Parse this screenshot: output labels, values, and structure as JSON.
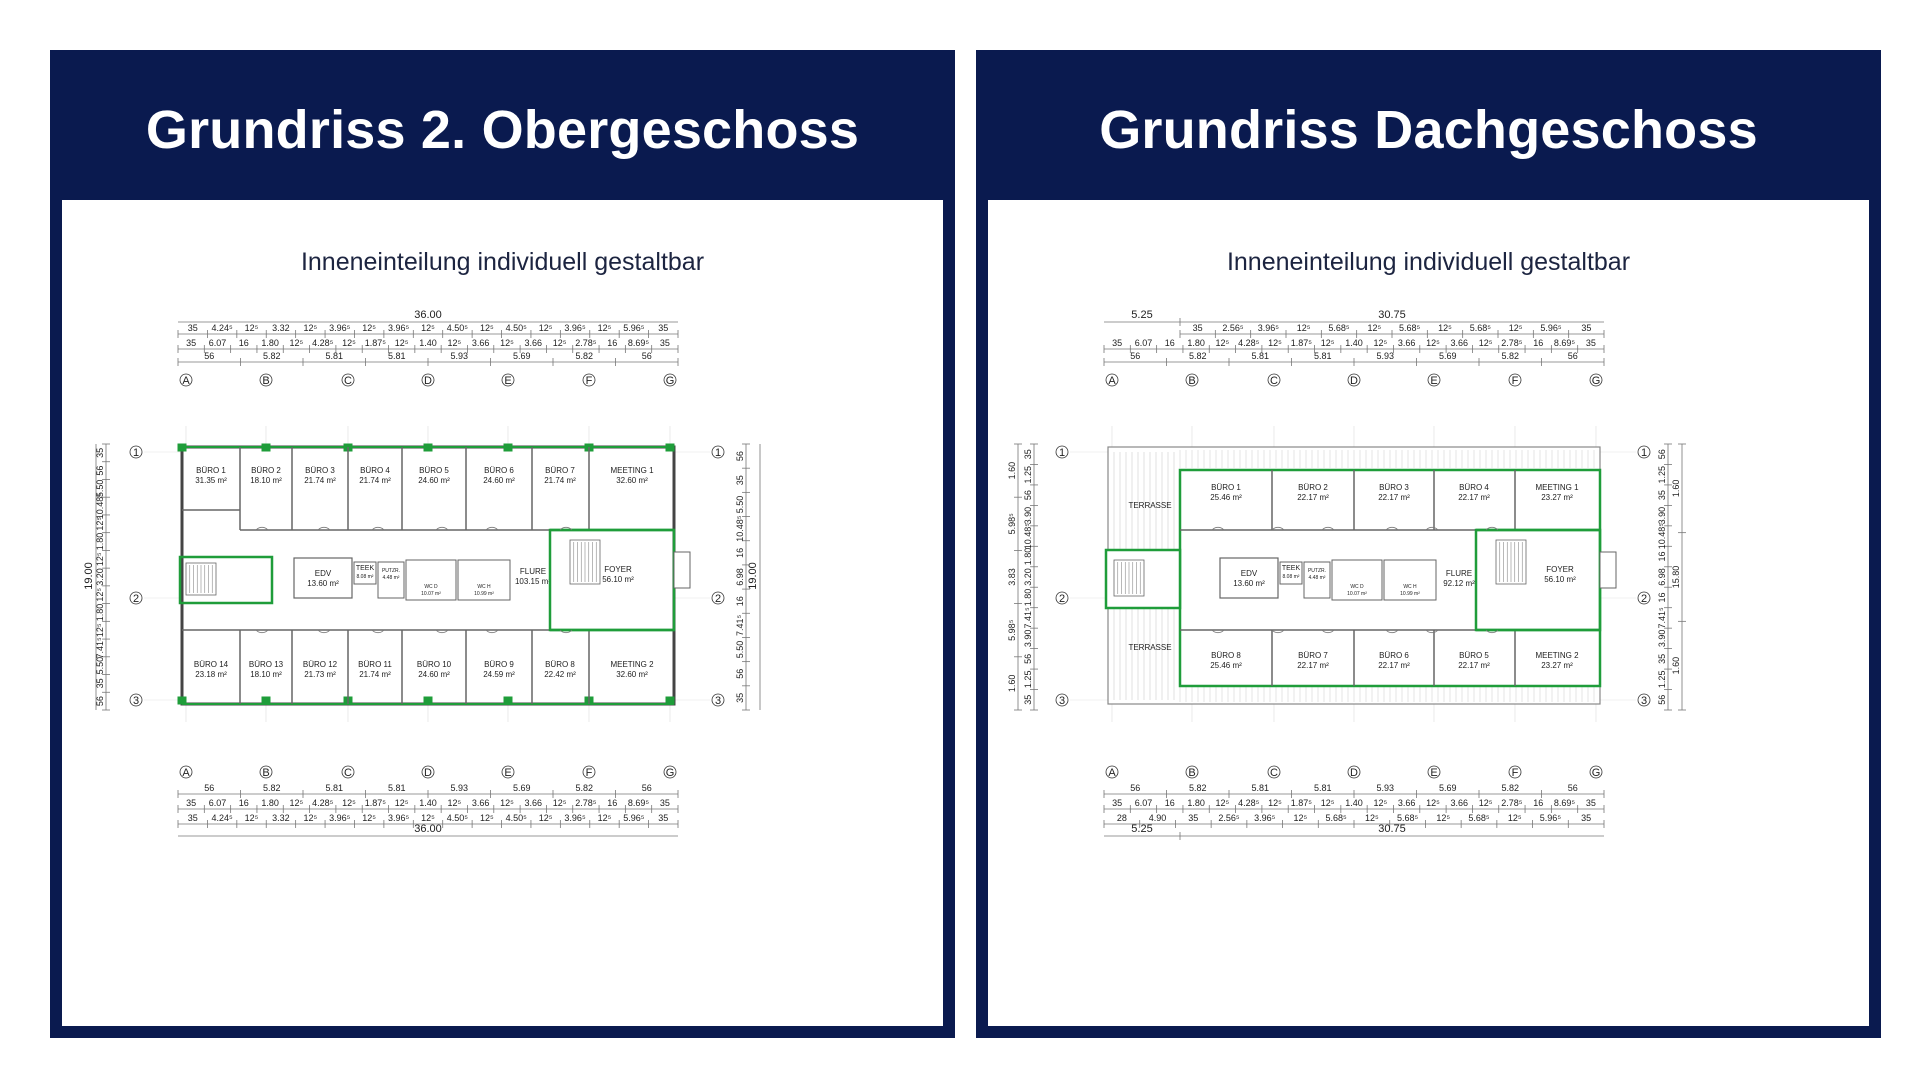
{
  "left": {
    "title": "Grundriss 2. Obergeschoss",
    "subtitle": "Inneneinteilung individuell gestaltbar",
    "total_width": "36.00",
    "total_height": "19.00",
    "top_dim_row1": [
      "35",
      "4.24⁵",
      "12⁵",
      "3.32",
      "12⁵",
      "3.96⁵",
      "12⁵",
      "3.96⁵",
      "12⁵",
      "4.50⁵",
      "12⁵",
      "4.50⁵",
      "12⁵",
      "3.96⁵",
      "12⁵",
      "5.96⁵",
      "35"
    ],
    "top_dim_row2": [
      "35",
      "6.07",
      "16",
      "1.80",
      "12⁵",
      "4.28⁵",
      "12⁵",
      "1.87⁵",
      "12⁵",
      "1.40",
      "12⁵",
      "3.66",
      "12⁵",
      "3.66",
      "12⁵",
      "2.78⁵",
      "16",
      "8.69⁵",
      "35"
    ],
    "top_dim_row3": [
      "56",
      "5.82",
      "5.81",
      "5.81",
      "5.93",
      "5.69",
      "5.82",
      "56"
    ],
    "left_dims": [
      "35",
      "56",
      "5.50",
      "10.48⁵",
      "12⁵",
      "1.80",
      "12⁵",
      "3.20",
      "12⁵",
      "1.80",
      "12⁵",
      "7.41⁵",
      "5.50",
      "35",
      "56"
    ],
    "right_dims": [
      "56",
      "35",
      "5.50",
      "10.48⁵",
      "16",
      "6.98",
      "16",
      "7.41⁵",
      "5.50",
      "56",
      "35"
    ],
    "rooms_top": [
      {
        "name": "BÜRO 1",
        "area": "31.35 m²"
      },
      {
        "name": "BÜRO 2",
        "area": "18.10 m²"
      },
      {
        "name": "BÜRO 3",
        "area": "21.74 m²"
      },
      {
        "name": "BÜRO 4",
        "area": "21.74 m²"
      },
      {
        "name": "BÜRO 5",
        "area": "24.60 m²"
      },
      {
        "name": "BÜRO 6",
        "area": "24.60 m²"
      },
      {
        "name": "BÜRO 7",
        "area": "21.74 m²"
      },
      {
        "name": "MEETING 1",
        "area": "32.60 m²"
      }
    ],
    "rooms_bottom": [
      {
        "name": "BÜRO 14",
        "area": "23.18 m²"
      },
      {
        "name": "BÜRO 13",
        "area": "18.10 m²"
      },
      {
        "name": "BÜRO 12",
        "area": "21.73 m²"
      },
      {
        "name": "BÜRO 11",
        "area": "21.74 m²"
      },
      {
        "name": "BÜRO 10",
        "area": "24.60 m²"
      },
      {
        "name": "BÜRO 9",
        "area": "24.59 m²"
      },
      {
        "name": "BÜRO 8",
        "area": "22.42 m²"
      },
      {
        "name": "MEETING 2",
        "area": "32.60 m²"
      }
    ],
    "core": {
      "edv": "EDV",
      "edv_area": "13.60 m²",
      "teek": "TEEK",
      "teek_area": "8.08 m²",
      "putzr": "PUTZR.",
      "putzr_area": "4.48 m²",
      "wcd": "WC D",
      "wcd_area": "10.07 m²",
      "wch": "WC H",
      "wch_area": "10.99 m²",
      "flure": "FLURE",
      "flure_area": "103.15 m²",
      "foyer": "FOYER",
      "foyer_area": "56.10 m²"
    },
    "bottom_dim_row1": [
      "56",
      "5.82",
      "5.81",
      "5.81",
      "5.93",
      "5.69",
      "5.82",
      "56"
    ],
    "bottom_dim_row2": [
      "35",
      "6.07",
      "16",
      "1.80",
      "12⁵",
      "4.28⁵",
      "12⁵",
      "1.87⁵",
      "12⁵",
      "1.40",
      "12⁵",
      "3.66",
      "12⁵",
      "3.66",
      "12⁵",
      "2.78⁵",
      "16",
      "8.69⁵",
      "35"
    ],
    "bottom_dim_row3": [
      "35",
      "4.24⁵",
      "12⁵",
      "3.32",
      "12⁵",
      "3.96⁵",
      "12⁵",
      "3.96⁵",
      "12⁵",
      "4.50⁵",
      "12⁵",
      "4.50⁵",
      "12⁵",
      "3.96⁵",
      "12⁵",
      "5.96⁵",
      "35"
    ]
  },
  "right": {
    "title": "Grundriss Dachgeschoss",
    "subtitle": "Inneneinteilung individuell gestaltbar",
    "top_total_a": "5.25",
    "top_total_b": "30.75",
    "total_height": "15.80",
    "top_dim_row1": [
      "35",
      "2.56⁵",
      "3.96⁵",
      "12⁵",
      "5.68⁵",
      "12⁵",
      "5.68⁵",
      "12⁵",
      "5.68⁵",
      "12⁵",
      "5.96⁵",
      "35"
    ],
    "top_dim_row2": [
      "35",
      "6.07",
      "16",
      "1.80",
      "12⁵",
      "4.28⁵",
      "12⁵",
      "1.87⁵",
      "12⁵",
      "1.40",
      "12⁵",
      "3.66",
      "12⁵",
      "3.66",
      "12⁵",
      "2.78⁵",
      "16",
      "8.69⁵",
      "35"
    ],
    "top_dim_row3": [
      "56",
      "5.82",
      "5.81",
      "5.81",
      "5.93",
      "5.69",
      "5.82",
      "56"
    ],
    "left_dims": [
      "1.60",
      "5.98⁵",
      "3.83",
      "5.98⁵",
      "1.60"
    ],
    "left_small": [
      "35",
      "1.25",
      "56",
      "3.90",
      "10.48⁵",
      "1.80",
      "3.20",
      "1.80",
      "7.41⁵",
      "3.90",
      "56",
      "1.25",
      "35"
    ],
    "right_dims": [
      "1.60",
      "15.80",
      "1.60"
    ],
    "right_small": [
      "56",
      "1.25",
      "35",
      "3.90",
      "10.48⁵",
      "16",
      "6.98",
      "16",
      "7.41⁵",
      "3.90",
      "35",
      "1.25",
      "56"
    ],
    "terrasse": "TERRASSE",
    "rooms_top": [
      {
        "name": "BÜRO 1",
        "area": "25.46 m²"
      },
      {
        "name": "BÜRO 2",
        "area": "22.17 m²"
      },
      {
        "name": "BÜRO 3",
        "area": "22.17 m²"
      },
      {
        "name": "BÜRO 4",
        "area": "22.17 m²"
      },
      {
        "name": "MEETING 1",
        "area": "23.27 m²"
      }
    ],
    "rooms_bottom": [
      {
        "name": "BÜRO 8",
        "area": "25.46 m²"
      },
      {
        "name": "BÜRO 7",
        "area": "22.17 m²"
      },
      {
        "name": "BÜRO 6",
        "area": "22.17 m²"
      },
      {
        "name": "BÜRO 5",
        "area": "22.17 m²"
      },
      {
        "name": "MEETING 2",
        "area": "23.27 m²"
      }
    ],
    "core": {
      "edv": "EDV",
      "edv_area": "13.60 m²",
      "teek": "TEEK",
      "teek_area": "8.08 m²",
      "putzr": "PUTZR.",
      "putzr_area": "4.48 m²",
      "wcd": "WC D",
      "wcd_area": "10.07 m²",
      "wch": "WC H",
      "wch_area": "10.99 m²",
      "flure": "FLURE",
      "flure_area": "92.12 m²",
      "foyer": "FOYER",
      "foyer_area": "56.10 m²"
    },
    "bottom_dim_row1": [
      "56",
      "5.82",
      "5.81",
      "5.81",
      "5.93",
      "5.69",
      "5.82",
      "56"
    ],
    "bottom_dim_row2": [
      "35",
      "6.07",
      "16",
      "1.80",
      "12⁵",
      "4.28⁵",
      "12⁵",
      "1.87⁵",
      "12⁵",
      "1.40",
      "12⁵",
      "3.66",
      "12⁵",
      "3.66",
      "12⁵",
      "2.78⁵",
      "16",
      "8.69⁵",
      "35"
    ],
    "bottom_dim_row3": [
      "28",
      "4.90",
      "35",
      "2.56⁵",
      "3.96⁵",
      "12⁵",
      "5.68⁵",
      "12⁵",
      "5.68⁵",
      "12⁵",
      "5.68⁵",
      "12⁵",
      "5.96⁵",
      "35"
    ],
    "bottom_total_a": "5.25",
    "bottom_total_b": "30.75"
  },
  "axes_letters": [
    "A",
    "B",
    "C",
    "D",
    "E",
    "F",
    "G"
  ],
  "axes_numbers": [
    "1",
    "2",
    "3"
  ],
  "colors": {
    "navy": "#0a1a4f",
    "wall_green": "#1f9d3a",
    "line": "#555555"
  }
}
